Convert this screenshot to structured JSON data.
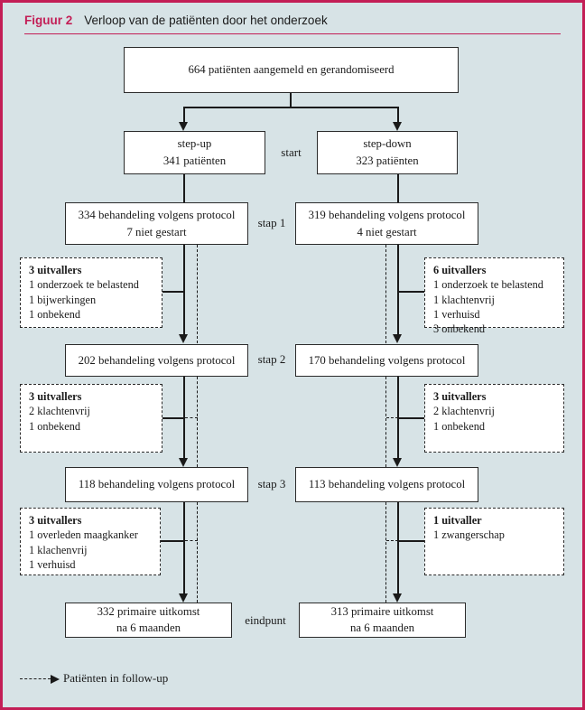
{
  "title": {
    "figure_label": "Figuur 2",
    "figure_title": "Verloop van de patiënten door het onderzoek"
  },
  "colors": {
    "accent": "#c31e56",
    "background": "#d7e3e6",
    "line": "#1a1a1a",
    "box_fill": "#ffffff"
  },
  "stage_labels": {
    "start": "start",
    "stap1": "stap 1",
    "stap2": "stap 2",
    "stap3": "stap 3",
    "eindpunt": "eindpunt"
  },
  "boxes": {
    "randomised": {
      "line1": "664 patiënten aangemeld en gerandomiseerd"
    },
    "start_left": {
      "line1": "step-up",
      "line2": "341 patiënten"
    },
    "start_right": {
      "line1": "step-down",
      "line2": "323 patiënten"
    },
    "stap1_left": {
      "line1": "334 behandeling volgens protocol",
      "line2": "7 niet gestart"
    },
    "stap1_right": {
      "line1": "319 behandeling volgens protocol",
      "line2": "4 niet gestart"
    },
    "stap2_left": {
      "line1": "202 behandeling volgens protocol"
    },
    "stap2_right": {
      "line1": "170 behandeling volgens protocol"
    },
    "stap3_left": {
      "line1": "118 behandeling volgens protocol"
    },
    "stap3_right": {
      "line1": "113 behandeling volgens protocol"
    },
    "eind_left": {
      "line1": "332 primaire uitkomst",
      "line2": "na 6 maanden"
    },
    "eind_right": {
      "line1": "313 primaire uitkomst",
      "line2": "na 6 maanden"
    }
  },
  "dropouts": {
    "stap1_left": {
      "header": "3 uitvallers",
      "item1": "1 onderzoek te belastend",
      "item2": "1 bijwerkingen",
      "item3": "1 onbekend"
    },
    "stap1_right": {
      "header": "6 uitvallers",
      "item1": "1 onderzoek te belastend",
      "item2": "1 klachtenvrij",
      "item3": "1 verhuisd",
      "item4": "3 onbekend"
    },
    "stap2_left": {
      "header": "3 uitvallers",
      "item1": "2 klachtenvrij",
      "item2": "1 onbekend"
    },
    "stap2_right": {
      "header": "3 uitvallers",
      "item1": "2 klachtenvrij",
      "item2": "1 onbekend"
    },
    "stap3_left": {
      "header": "3 uitvallers",
      "item1": "1 overleden maagkanker",
      "item2": "1 klachenvrij",
      "item3": "1 verhuisd"
    },
    "stap3_right": {
      "header": "1 uitvaller",
      "item1": "1 zwangerschap"
    }
  },
  "legend": {
    "followup": "Patiënten in follow-up"
  }
}
